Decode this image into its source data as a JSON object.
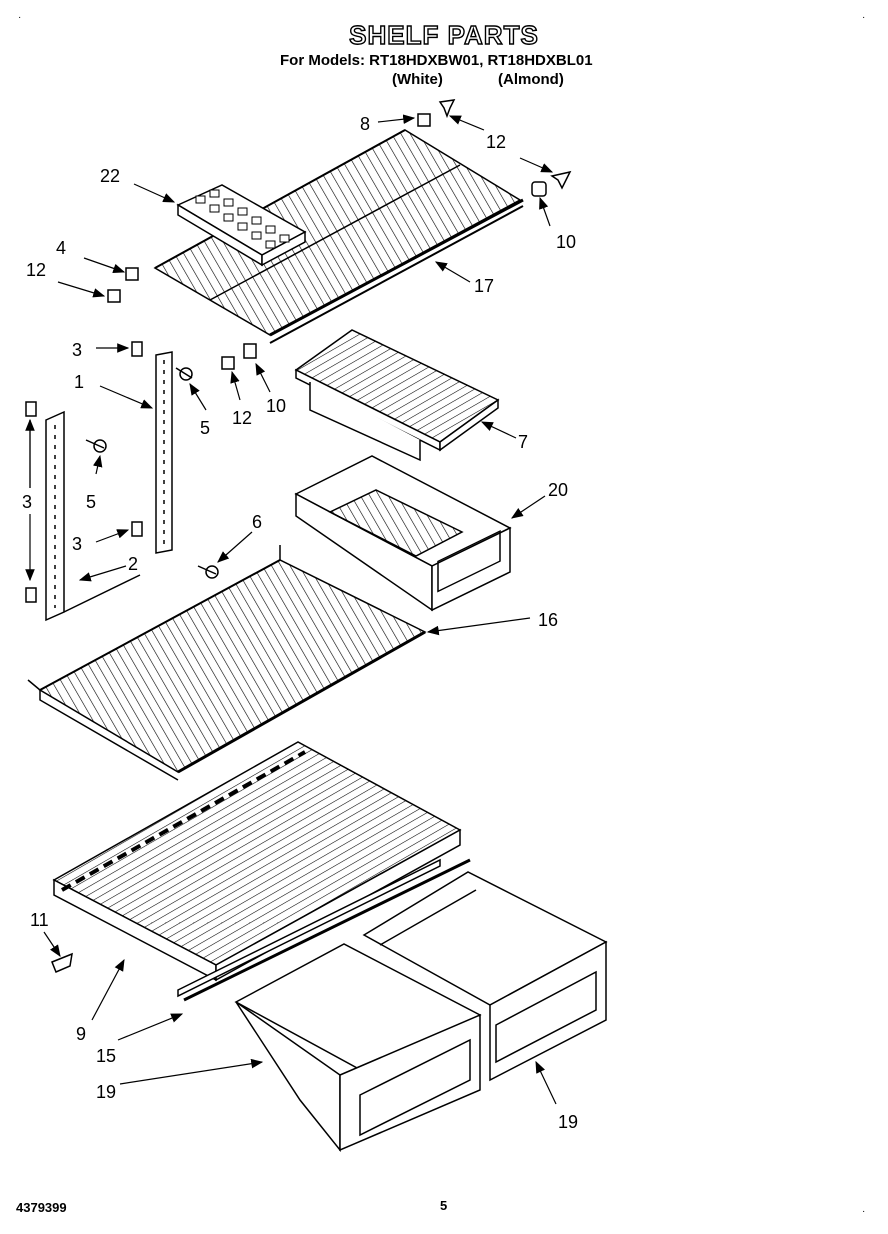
{
  "header": {
    "title": "SHELF PARTS",
    "models": "For Models: RT18HDXBW01, RT18HDXBL01",
    "color_white": "(White)",
    "color_almond": "(Almond)"
  },
  "footer": {
    "part_number": "4379399",
    "page_number": "5"
  },
  "corner_mark": "·",
  "callouts": [
    {
      "id": "c8",
      "label": "8"
    },
    {
      "id": "c12a",
      "label": "12"
    },
    {
      "id": "c22",
      "label": "22"
    },
    {
      "id": "c10a",
      "label": "10"
    },
    {
      "id": "c4",
      "label": "4"
    },
    {
      "id": "c12b",
      "label": "12"
    },
    {
      "id": "c17",
      "label": "17"
    },
    {
      "id": "c3a",
      "label": "3"
    },
    {
      "id": "c1",
      "label": "1"
    },
    {
      "id": "c5a",
      "label": "5"
    },
    {
      "id": "c12c",
      "label": "12"
    },
    {
      "id": "c10b",
      "label": "10"
    },
    {
      "id": "c7",
      "label": "7"
    },
    {
      "id": "c3b",
      "label": "3"
    },
    {
      "id": "c5b",
      "label": "5"
    },
    {
      "id": "c20",
      "label": "20"
    },
    {
      "id": "c6",
      "label": "6"
    },
    {
      "id": "c3c",
      "label": "3"
    },
    {
      "id": "c2",
      "label": "2"
    },
    {
      "id": "c16",
      "label": "16"
    },
    {
      "id": "c11",
      "label": "11"
    },
    {
      "id": "c9",
      "label": "9"
    },
    {
      "id": "c15",
      "label": "15"
    },
    {
      "id": "c19a",
      "label": "19"
    },
    {
      "id": "c19b",
      "label": "19"
    }
  ]
}
